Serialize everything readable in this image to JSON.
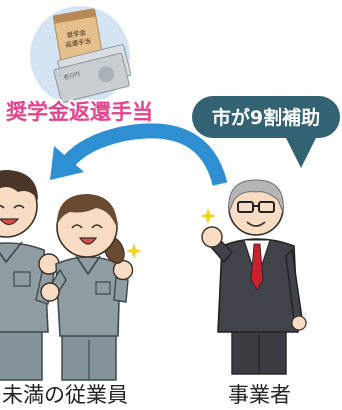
{
  "illustration": {
    "envelope_text": [
      "奨学金",
      "返還手当"
    ],
    "bill_text": "壱万円",
    "title": "奨学金返還手当",
    "bubble_text": "市が9割補助"
  },
  "labels": {
    "employees": "未満の従業員",
    "employer": "事業者"
  },
  "colors": {
    "title": "#e4428c",
    "bubble": "#336272",
    "arrow": "#2e8fd3",
    "circle": "#d4e4f3",
    "uniform": "#8f9ca2",
    "suit": "#404349",
    "tie": "#c8202c",
    "sparkle": "#f5d31c"
  }
}
